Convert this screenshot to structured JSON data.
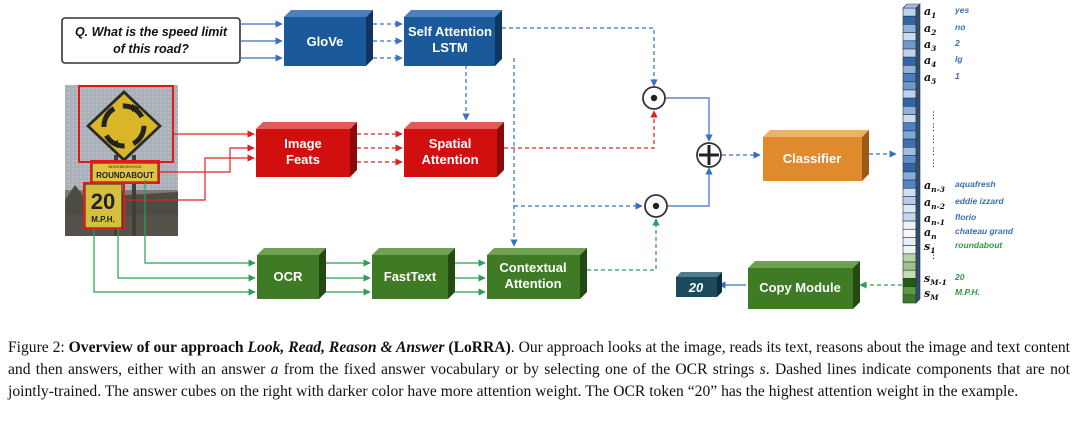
{
  "question": {
    "line1": "Q. What is the speed limit",
    "line2": "of this road?"
  },
  "boxes": {
    "glove": "GloVe",
    "sa_lstm_1": "Self Attention",
    "sa_lstm_2": "LSTM",
    "image_feats_1": "Image",
    "image_feats_2": "Feats",
    "spatial_att_1": "Spatial",
    "spatial_att_2": "Attention",
    "ocr": "OCR",
    "fasttext": "FastText",
    "contextual_att_1": "Contextual",
    "contextual_att_2": "Attention",
    "classifier": "Classifier",
    "copy_module": "Copy Module",
    "output": "20"
  },
  "sign": {
    "small_text": "NEIGHBORHOOD",
    "roundabout": "ROUNDABOUT",
    "speed": "20",
    "unit": "M.P.H."
  },
  "answer_labels": [
    {
      "sym": "a",
      "sub": "1",
      "text": "yes"
    },
    {
      "sym": "a",
      "sub": "2",
      "text": "no"
    },
    {
      "sym": "a",
      "sub": "3",
      "text": "2"
    },
    {
      "sym": "a",
      "sub": "4",
      "text": "lg"
    },
    {
      "sym": "a",
      "sub": "5",
      "text": "1"
    },
    {
      "sym": "a",
      "sub": "n-3",
      "text": "aquafresh"
    },
    {
      "sym": "a",
      "sub": "n-2",
      "text": "eddie izzard"
    },
    {
      "sym": "a",
      "sub": "n-1",
      "text": "florio"
    },
    {
      "sym": "a",
      "sub": "n",
      "text": "chateau grand"
    },
    {
      "sym": "s",
      "sub": "1",
      "text": "roundabout"
    },
    {
      "sym": "s",
      "sub": "M-1",
      "text": "20"
    },
    {
      "sym": "s",
      "sub": "M",
      "text": "M.P.H."
    }
  ],
  "colors": {
    "blue": "#1b5a9a",
    "red": "#d20f0f",
    "green": "#3f7a24",
    "orange": "#e08a2e",
    "navy": "#1b4a5c",
    "arrow_blue": "#3a6fc0",
    "arrow_red": "#e02020",
    "arrow_green": "#2aa052",
    "vocab_label_blue": "#3a6fb5",
    "ocr_label_green": "#2e9a3e"
  },
  "caption": {
    "prefix": "Figure 2: ",
    "bold_a": "Overview of our approach ",
    "bold_italic": "Look, Read, Reason & Answer",
    "bold_b": " (LoRRA)",
    "text_1": ". Our approach looks at the image, reads its text, reasons about the image and text content and then answers, either with an answer ",
    "var_a": "a",
    "text_2": " from the fixed answer vocabulary or by selecting one of the OCR strings ",
    "var_s": "s",
    "text_3": ". Dashed lines indicate components that are not jointly-trained. The answer cubes on the right with darker color have more attention weight. The OCR token “20” has the highest attention weight in the example."
  }
}
